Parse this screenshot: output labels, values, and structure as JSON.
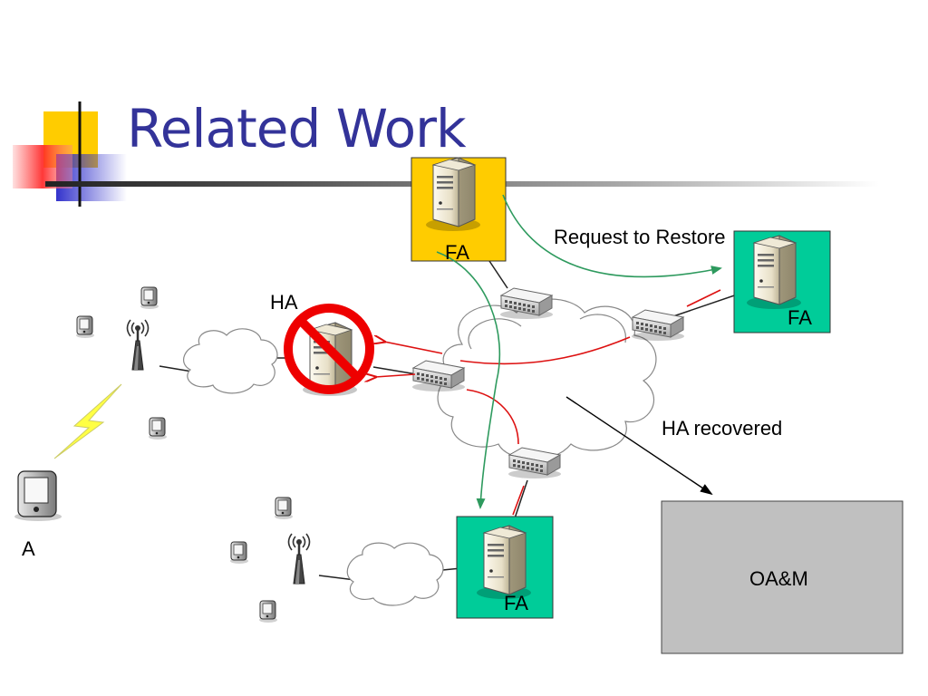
{
  "slide": {
    "title": "Related Work"
  },
  "labels": {
    "fa_top": "FA",
    "fa_right": "FA",
    "fa_bottom": "FA",
    "ha": "HA",
    "request_to_restore": "Request to Restore",
    "ha_recovered": "HA recovered",
    "oam": "OA&M",
    "node_a": "A"
  },
  "colors": {
    "title": "#333399",
    "fa_top_box": "#FFCC00",
    "fa_box": "#00CC99",
    "oam_box": "#C0C0C0",
    "restore_arrow": "#2E9A5E",
    "fault_arrow": "#DD1111",
    "prohibit": "#EE0000"
  },
  "icons": [
    "server-icon",
    "router-icon",
    "cloud-icon",
    "antenna-icon",
    "pda-icon",
    "prohibited-icon",
    "lightning-icon"
  ]
}
